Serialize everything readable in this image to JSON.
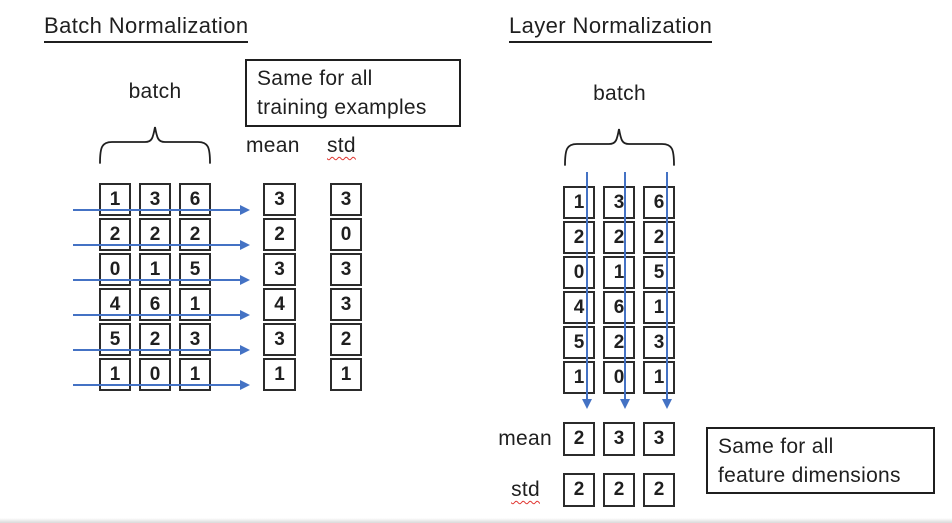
{
  "left": {
    "title": "Batch Normalization",
    "batch_label": "batch",
    "note": {
      "line1": "Same for all",
      "line2": "training examples"
    },
    "mean_label": "mean",
    "std_label": "std",
    "matrix": {
      "rows": [
        [
          1,
          3,
          6
        ],
        [
          2,
          2,
          2
        ],
        [
          0,
          1,
          5
        ],
        [
          4,
          6,
          1
        ],
        [
          5,
          2,
          3
        ],
        [
          1,
          0,
          1
        ]
      ]
    },
    "mean": [
      3,
      2,
      3,
      4,
      3,
      1
    ],
    "std": [
      3,
      0,
      3,
      3,
      2,
      1
    ]
  },
  "right": {
    "title": "Layer Normalization",
    "batch_label": "batch",
    "note": {
      "line1": "Same for all",
      "line2": "feature dimensions"
    },
    "mean_label": "mean",
    "std_label": "std",
    "matrix": {
      "rows": [
        [
          1,
          3,
          6
        ],
        [
          2,
          2,
          2
        ],
        [
          0,
          1,
          5
        ],
        [
          4,
          6,
          1
        ],
        [
          5,
          2,
          3
        ],
        [
          1,
          0,
          1
        ]
      ]
    },
    "mean": [
      2,
      3,
      3
    ],
    "std": [
      2,
      2,
      2
    ]
  },
  "colors": {
    "arrow_blue": "#4472c4",
    "cell_border": "#2b2b2b",
    "text": "#1f1f1f",
    "squiggle_red": "#e0342f",
    "background": "#ffffff"
  }
}
